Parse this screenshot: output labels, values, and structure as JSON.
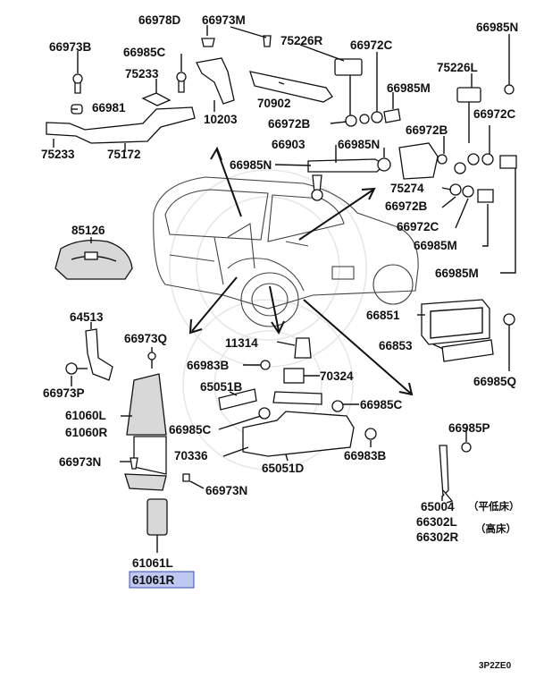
{
  "labels": {
    "p66978D": "66978D",
    "p66973M_top": "66973M",
    "p66973B": "66973B",
    "p66985C_top": "66985C",
    "p75233_top": "75233",
    "p66981": "66981",
    "p75233_bot": "75233",
    "p75172": "75172",
    "p10203": "10203",
    "p75226R": "75226R",
    "p66972C_top": "66972C",
    "p70902": "70902",
    "p66985M_top": "66985M",
    "p66972B_top": "66972B",
    "p66903": "66903",
    "p66985N_mid": "66985N",
    "p66985N_left": "66985N",
    "p66985N_right": "66985N",
    "p75226L": "75226L",
    "p66972C_right": "66972C",
    "p66972B_right": "66972B",
    "p75274": "75274",
    "p66972B_mid": "66972B",
    "p66972C_mid": "66972C",
    "p66985M_mid": "66985M",
    "p66985M_right": "66985M",
    "p85126": "85126",
    "p64513": "64513",
    "p66973Q": "66973Q",
    "p66973P": "66973P",
    "p11314": "11314",
    "p66851": "66851",
    "p66853": "66853",
    "p66985Q": "66985Q",
    "p66983B_top": "66983B",
    "p70324": "70324",
    "p65051B": "65051B",
    "p66985C_right": "66985C",
    "p61060L": "61060L",
    "p61060R": "61060R",
    "p66985C_mid": "66985C",
    "p70336": "70336",
    "p66983B_bot": "66983B",
    "p66973N_left": "66973N",
    "p65051D": "65051D",
    "p66985P": "66985P",
    "p66973N_bot": "66973N",
    "p65004": "65004",
    "p65004_note": "（平低床）",
    "p66302L": "66302L",
    "p66302_note": "（高床）",
    "p66302R": "66302R",
    "p61061L": "61061L",
    "p61061R": "61061R",
    "diagram_code": "3P2ZE0"
  },
  "colors": {
    "highlight_fill": "#bfc8f0",
    "highlight_border": "#3a4cb0",
    "ink": "#111111"
  }
}
